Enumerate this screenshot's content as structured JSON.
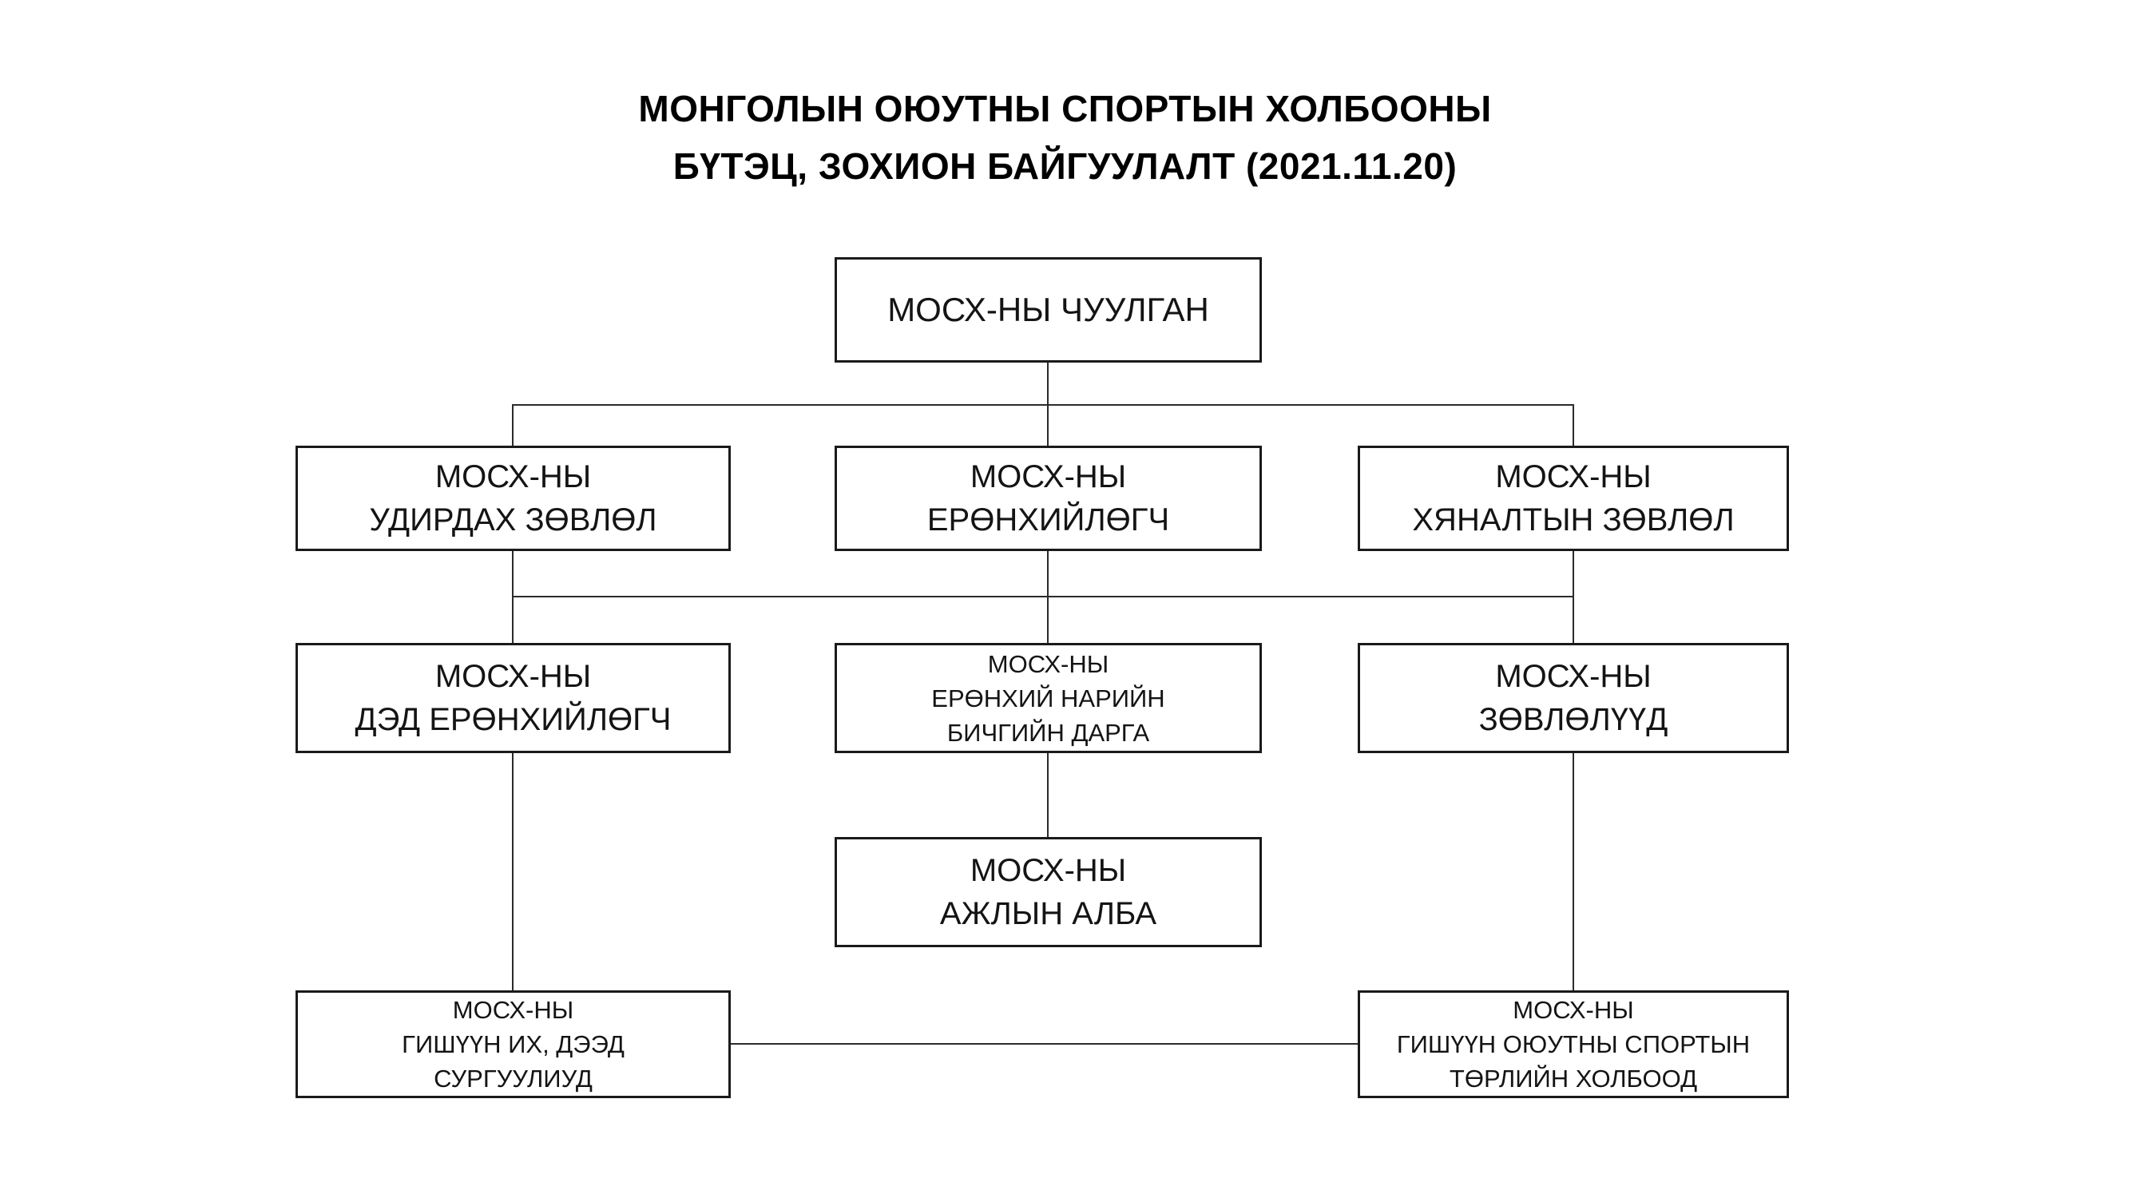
{
  "title": {
    "line1": "МОНГОЛЫН ОЮУТНЫ СПОРТЫН ХОЛБООНЫ",
    "line2": "БҮТЭЦ, ЗОХИОН БАЙГУУЛАЛТ (2021.11.20)"
  },
  "colors": {
    "background": "#ffffff",
    "box_border": "#1a1a1a",
    "box_fill": "#ffffff",
    "line": "#2b2b2b",
    "text": "#141414"
  },
  "org": {
    "nodes": [
      {
        "id": "chuulgan",
        "lines": [
          "МОСХ-НЫ ЧУУЛГАН"
        ]
      },
      {
        "id": "udirdakh",
        "lines": [
          "МОСХ-НЫ",
          "УДИРДАХ ЗӨВЛӨЛ"
        ]
      },
      {
        "id": "president",
        "lines": [
          "МОСХ-НЫ",
          "ЕРӨНХИЙЛӨГЧ"
        ]
      },
      {
        "id": "khyanalt",
        "lines": [
          "МОСХ-НЫ",
          "ХЯНАЛТЫН ЗӨВЛӨЛ"
        ]
      },
      {
        "id": "ded",
        "lines": [
          "МОСХ-НЫ",
          "ДЭД ЕРӨНХИЙЛӨГЧ"
        ]
      },
      {
        "id": "nariin",
        "lines": [
          "МОСХ-НЫ",
          "ЕРӨНХИЙ НАРИЙН",
          "БИЧГИЙН ДАРГА"
        ]
      },
      {
        "id": "zovloluud",
        "lines": [
          "МОСХ-НЫ",
          "ЗӨВЛӨЛҮҮД"
        ]
      },
      {
        "id": "azhlyn",
        "lines": [
          "МОСХ-НЫ",
          "АЖЛЫН АЛБА"
        ]
      },
      {
        "id": "surguuliud",
        "lines": [
          "МОСХ-НЫ",
          "ГИШҮҮН ИХ, ДЭЭД",
          "СУРГУУЛИУД"
        ]
      },
      {
        "id": "kholbood",
        "lines": [
          "МОСХ-НЫ",
          "ГИШҮҮН ОЮУТНЫ СПОРТЫН",
          "ТӨРЛИЙН ХОЛБООД"
        ]
      }
    ]
  }
}
